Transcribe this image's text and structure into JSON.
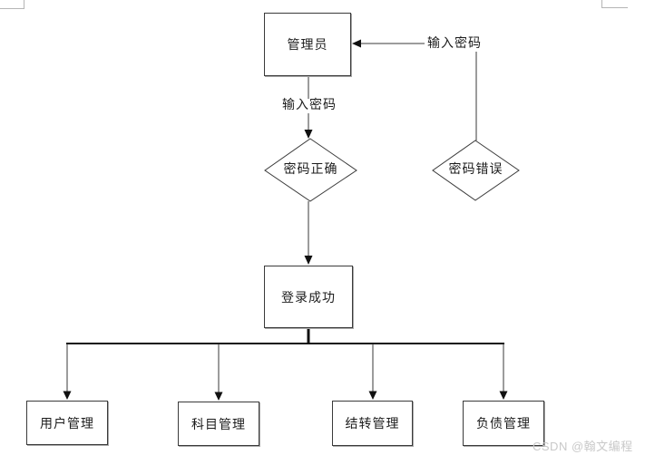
{
  "flowchart": {
    "nodes": {
      "admin": {
        "label": "管理员",
        "shape": "rect"
      },
      "password_correct": {
        "label": "密码正确",
        "shape": "diamond"
      },
      "password_wrong": {
        "label": "密码错误",
        "shape": "diamond"
      },
      "login_success": {
        "label": "登录成功",
        "shape": "rect"
      },
      "user_management": {
        "label": "用户管理",
        "shape": "rect"
      },
      "subject_management": {
        "label": "科目管理",
        "shape": "rect"
      },
      "carryover_management": {
        "label": "结转管理",
        "shape": "rect"
      },
      "liability_management": {
        "label": "负债管理",
        "shape": "rect"
      }
    },
    "edge_labels": {
      "enter_password_right": "输入密码",
      "enter_password_left": "输入密码"
    },
    "edges": [
      {
        "from": "password_wrong",
        "to": "admin",
        "label": "输入密码"
      },
      {
        "from": "admin",
        "to": "password_correct",
        "label": "输入密码"
      },
      {
        "from": "password_correct",
        "to": "login_success",
        "label": ""
      },
      {
        "from": "login_success",
        "to": "user_management",
        "label": ""
      },
      {
        "from": "login_success",
        "to": "subject_management",
        "label": ""
      },
      {
        "from": "login_success",
        "to": "carryover_management",
        "label": ""
      },
      {
        "from": "login_success",
        "to": "liability_management",
        "label": ""
      }
    ]
  },
  "watermark": {
    "text": "CSDN @翰文编程",
    "color": "#c9c9c9"
  },
  "colors": {
    "background": "#ffffff",
    "line": "#3a3a3a",
    "node_border": "#3a3a3a",
    "node_shadow": "#a8a8a8",
    "arrowhead": "#111111",
    "clipped_fragment": "#b5b5b5",
    "text": "#1c1c1c"
  }
}
